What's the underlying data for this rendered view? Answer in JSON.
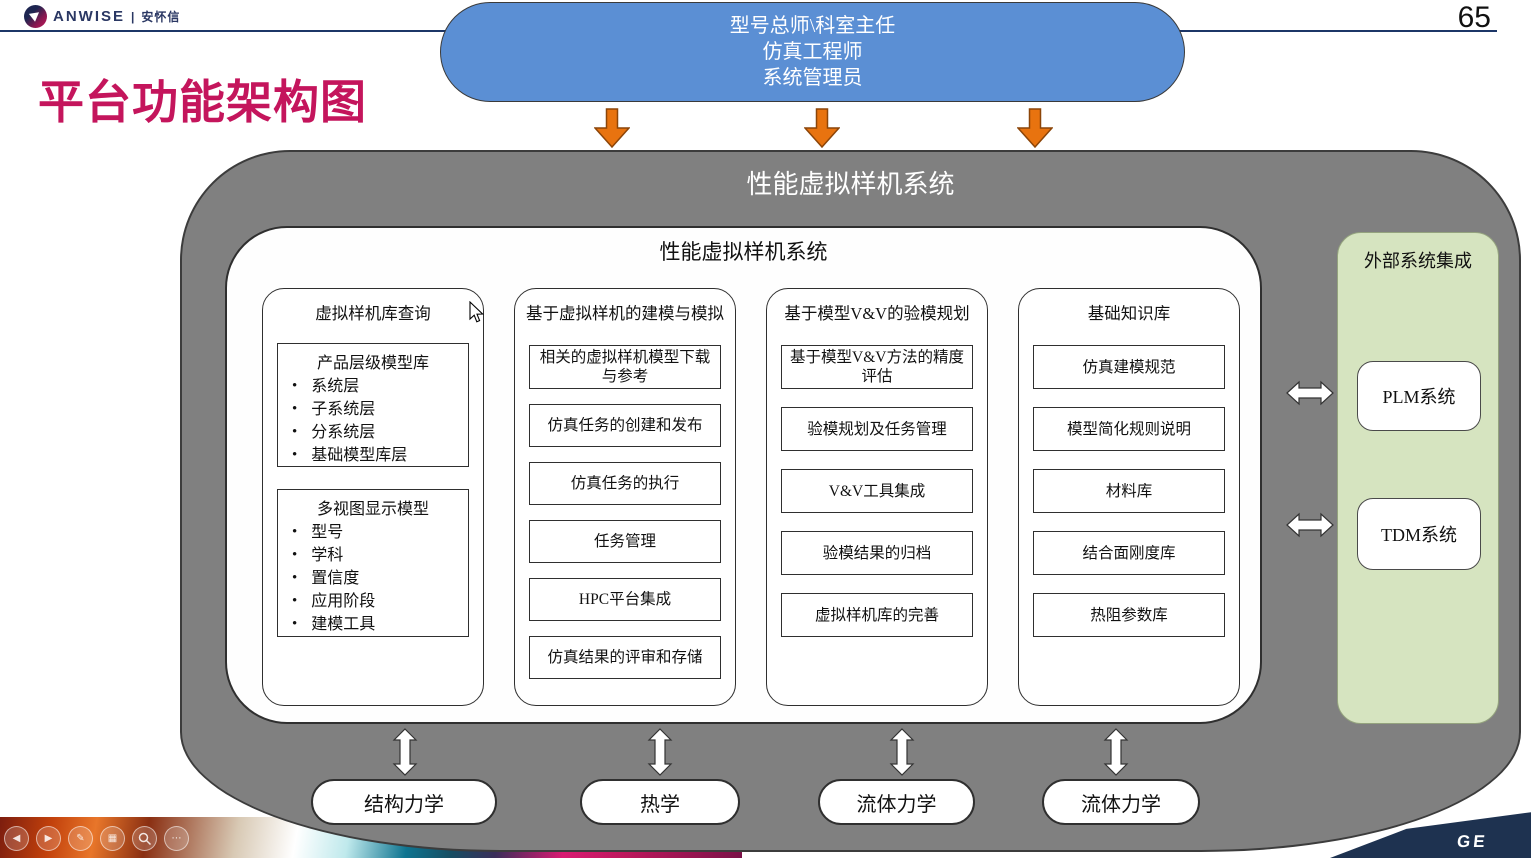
{
  "page": {
    "number": "65"
  },
  "logo": {
    "brand": "ANWISE",
    "divider": "|",
    "cn": "安怀信"
  },
  "slide_title": "平台功能架构图",
  "roles_capsule": {
    "line1": "型号总师\\科室主任",
    "line2": "仿真工程师",
    "line3": "系统管理员"
  },
  "outer_system": {
    "title": "性能虚拟样机系统"
  },
  "inner_system": {
    "title": "性能虚拟样机系统"
  },
  "columns": [
    {
      "header": "虚拟样机库查询",
      "groups": [
        {
          "title": "产品层级模型库",
          "bullets": [
            "系统层",
            "子系统层",
            "分系统层",
            "基础模型库层"
          ]
        },
        {
          "title": "多视图显示模型",
          "bullets": [
            "型号",
            "学科",
            "置信度",
            "应用阶段",
            "建模工具"
          ]
        }
      ]
    },
    {
      "header": "基于虚拟样机的建模与模拟",
      "items": [
        "相关的虚拟样机模型下载与参考",
        "仿真任务的创建和发布",
        "仿真任务的执行",
        "任务管理",
        "HPC平台集成",
        "仿真结果的评审和存储"
      ]
    },
    {
      "header": "基于模型V&V的验模规划",
      "items": [
        "基于模型V&V方法的精度评估",
        "验模规划及任务管理",
        "V&V工具集成",
        "验模结果的归档",
        "虚拟样机库的完善"
      ]
    },
    {
      "header": "基础知识库",
      "items": [
        "仿真建模规范",
        "模型简化规则说明",
        "材料库",
        "结合面刚度库",
        "热阻参数库"
      ]
    }
  ],
  "external_panel": {
    "header": "外部系统集成",
    "systems": [
      "PLM系统",
      "TDM系统"
    ]
  },
  "bottom_modules": [
    "结构力学",
    "热学",
    "流体力学",
    "流体力学"
  ],
  "footer": {
    "partial_text": "GE"
  },
  "toolbar_icons": [
    "previous-slide",
    "next-slide",
    "pen",
    "see-all-slides",
    "zoom",
    "more-options"
  ],
  "colors": {
    "title_accent": "#c4155c",
    "capsule_blue": "#5b8fd4",
    "arrow_orange": "#e8730f",
    "container_gray": "#808080",
    "external_green": "#d6e4c0",
    "header_rule_navy": "#1c3667",
    "footer_navy": "#1e3250"
  }
}
